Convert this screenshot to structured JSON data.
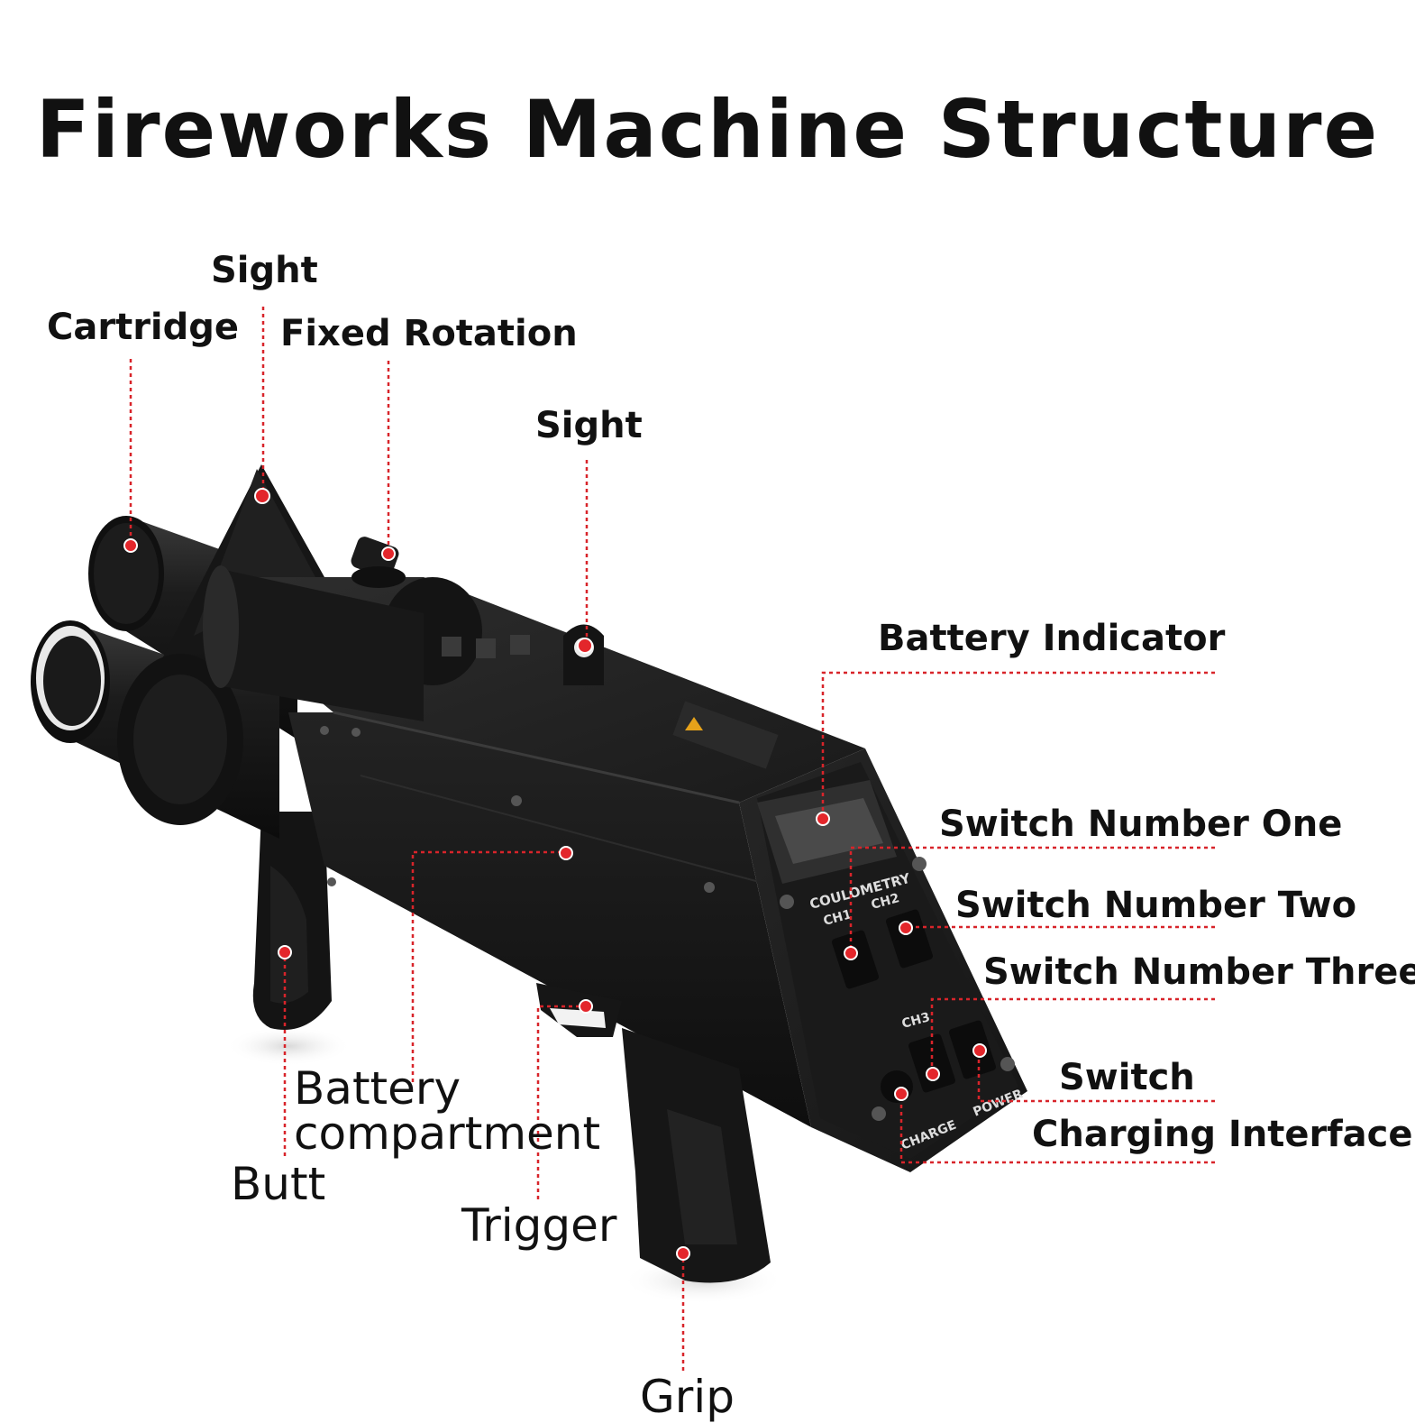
{
  "title": "Fireworks Machine Structure",
  "labels": {
    "sight_top": "Sight",
    "cartridge": "Cartridge",
    "fixed_rotation": "Fixed Rotation",
    "sight_rear": "Sight",
    "battery_indicator": "Battery Indicator",
    "switch_one": "Switch Number One",
    "switch_two": "Switch Number Two",
    "switch_three": "Switch Number Three",
    "switch": "Switch",
    "charging_interface": "Charging Interface",
    "battery_compartment": "Battery\ncompartment",
    "butt": "Butt",
    "trigger": "Trigger",
    "grip": "Grip"
  },
  "panel_text": {
    "coulometry": "COULOMETRY",
    "ch1": "CH1",
    "ch2": "CH2",
    "ch3": "CH3",
    "charge": "CHARGE",
    "power": "POWER"
  },
  "colors": {
    "leader": "#d8242a",
    "body": "#1a1a1a",
    "text": "#111111"
  }
}
